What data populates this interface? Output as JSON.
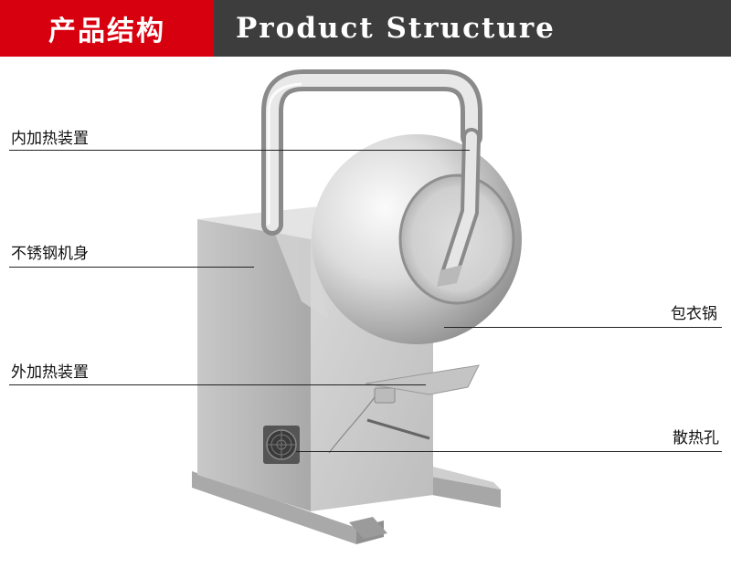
{
  "header": {
    "title_cn": "产品结构",
    "title_en": "Product Structure"
  },
  "labels": {
    "inner_heating": "内加热装置",
    "stainless_body": "不锈钢机身",
    "coating_pan": "包衣锅",
    "outer_heating": "外加热装置",
    "vent": "散热孔"
  },
  "colors": {
    "header_red": "#d7000f",
    "header_dark": "#3d3d3d"
  }
}
